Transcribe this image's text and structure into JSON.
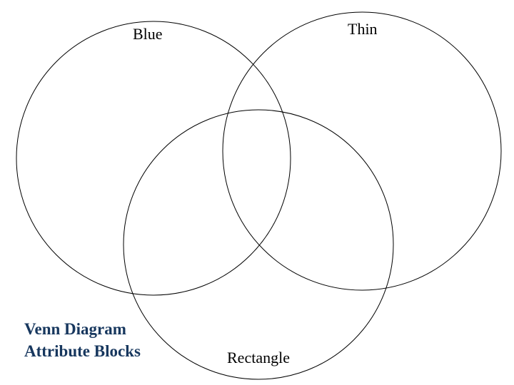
{
  "slide": {
    "background_color": "#FFFFFF",
    "title": {
      "line1": "Venn Diagram",
      "line2": "Attribute Blocks",
      "color": "#17375E"
    },
    "venn": {
      "stroke_color": "#000000",
      "sets": [
        {
          "label": "Blue"
        },
        {
          "label": "Thin"
        },
        {
          "label": "Rectangle"
        }
      ]
    }
  }
}
